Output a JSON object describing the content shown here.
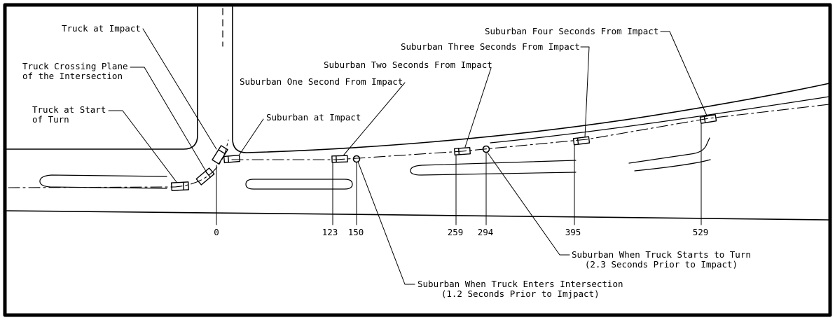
{
  "drawing": {
    "title": "Truck and Suburban collision sequence plan view"
  },
  "callouts": {
    "truck_at_impact": "Truck at Impact",
    "truck_crossing_plane": "Truck Crossing Plane\nof the Intersection",
    "truck_at_start_of_turn": "Truck at Start\nof Turn",
    "suburban_at_impact": "Suburban at Impact",
    "suburban_one_second": "Suburban One Second From Impact",
    "suburban_two_seconds": "Suburban Two Seconds From Impact",
    "suburban_three_seconds": "Suburban Three Seconds From Impact",
    "suburban_four_seconds": "Suburban Four Seconds From Impact",
    "suburban_when_truck_starts_turn": "Suburban When Truck Starts to Turn\n(2.3 Seconds Prior to Impact)",
    "suburban_when_truck_enters": "Suburban When Truck Enters Intersection\n(1.2 Seconds Prior to Imjpact)"
  },
  "distance_markers": {
    "impact": "0",
    "one_second": "123",
    "enters_intersection": "150",
    "two_seconds": "259",
    "starts_turn": "294",
    "three_seconds": "395",
    "four_seconds": "529"
  },
  "colors": {
    "ink": "#000000",
    "paper": "#ffffff"
  }
}
